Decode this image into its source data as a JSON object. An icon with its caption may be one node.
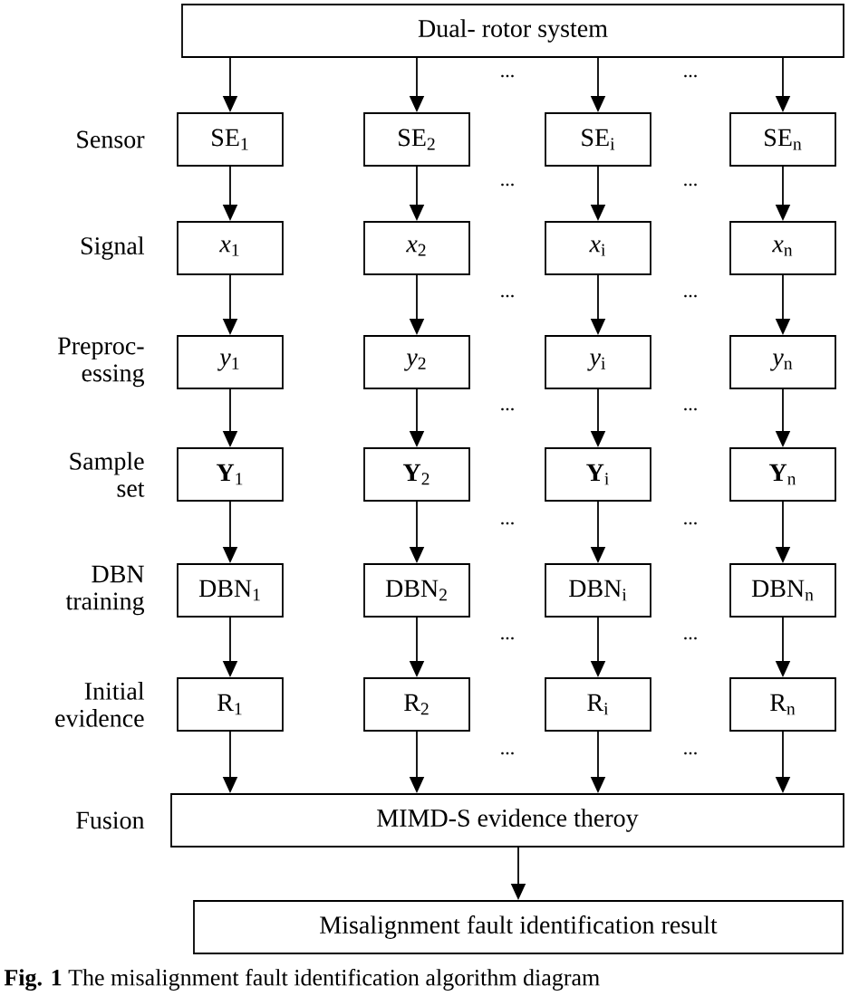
{
  "diagram": {
    "caption": "**Fig. 1** The misalignment fault identification algorithm diagram",
    "nodes": [
      {
        "text": [
          "Dual- rotor system"
        ]
      },
      {
        "text": [
          "SE$_{1}$"
        ]
      },
      {
        "text": [
          "SE$_{2}$"
        ]
      },
      {
        "text": [
          "SE$_{i}$"
        ]
      },
      {
        "text": [
          "SE$_{n}$"
        ]
      },
      {
        "text": [
          "*x*$_{1}$"
        ]
      },
      {
        "text": [
          "*x*$_{2}$"
        ]
      },
      {
        "text": [
          "*x*$_{i}$"
        ]
      },
      {
        "text": [
          "*x*$_{n}$"
        ]
      },
      {
        "text": [
          "*y*$_{1}$"
        ]
      },
      {
        "text": [
          "*y*$_{2}$"
        ]
      },
      {
        "text": [
          "*y*$_{i}$"
        ]
      },
      {
        "text": [
          "*y*$_{n}$"
        ]
      },
      {
        "text": [
          "**Y**$_{1}$"
        ]
      },
      {
        "text": [
          "**Y**$_{2}$"
        ]
      },
      {
        "text": [
          "**Y**$_{i}$"
        ]
      },
      {
        "text": [
          "**Y**$_{n}$"
        ]
      },
      {
        "text": [
          "DBN$_{1}$"
        ]
      },
      {
        "text": [
          "DBN$_{2}$"
        ]
      },
      {
        "text": [
          "DBN$_{i}$"
        ]
      },
      {
        "text": [
          "DBN$_{n}$"
        ]
      },
      {
        "text": [
          "R$_{1}$"
        ]
      },
      {
        "text": [
          "R$_{2}$"
        ]
      },
      {
        "text": [
          "R$_{i}$"
        ]
      },
      {
        "text": [
          "R$_{n}$"
        ]
      },
      {
        "text": [
          "MIMD-S evidence theroy"
        ]
      },
      {
        "text": [
          "Misalignment fault identification result"
        ]
      }
    ],
    "edges": [
      {
        "from": 0,
        "to": 1,
        "arrow": "to"
      },
      {
        "from": 0,
        "to": 2,
        "arrow": "to"
      },
      {
        "from": 0,
        "to": 3,
        "arrow": "to"
      },
      {
        "from": 0,
        "to": 4,
        "arrow": "to"
      },
      {
        "from": 1,
        "to": 5,
        "arrow": "to"
      },
      {
        "from": 2,
        "to": 6,
        "arrow": "to"
      },
      {
        "from": 3,
        "to": 7,
        "arrow": "to"
      },
      {
        "from": 4,
        "to": 8,
        "arrow": "to"
      },
      {
        "from": 5,
        "to": 9,
        "arrow": "to"
      },
      {
        "from": 6,
        "to": 10,
        "arrow": "to"
      },
      {
        "from": 7,
        "to": 11,
        "arrow": "to"
      },
      {
        "from": 8,
        "to": 12,
        "arrow": "to"
      },
      {
        "from": 9,
        "to": 13,
        "arrow": "to"
      },
      {
        "from": 10,
        "to": 14,
        "arrow": "to"
      },
      {
        "from": 11,
        "to": 15,
        "arrow": "to"
      },
      {
        "from": 12,
        "to": 16,
        "arrow": "to"
      },
      {
        "from": 13,
        "to": 17,
        "arrow": "to"
      },
      {
        "from": 14,
        "to": 18,
        "arrow": "to"
      },
      {
        "from": 15,
        "to": 19,
        "arrow": "to"
      },
      {
        "from": 16,
        "to": 20,
        "arrow": "to"
      },
      {
        "from": 17,
        "to": 21,
        "arrow": "to"
      },
      {
        "from": 18,
        "to": 22,
        "arrow": "to"
      },
      {
        "from": 19,
        "to": 23,
        "arrow": "to"
      },
      {
        "from": 20,
        "to": 24,
        "arrow": "to"
      },
      {
        "from": 21,
        "to": 25,
        "arrow": "to"
      },
      {
        "from": 22,
        "to": 25,
        "arrow": "to"
      },
      {
        "from": 23,
        "to": 25,
        "arrow": "to"
      },
      {
        "from": 24,
        "to": 25,
        "arrow": "to"
      },
      {
        "from": 25,
        "to": 26,
        "arrow": "to"
      }
    ],
    "labels": [
      "...",
      "...",
      "Sensor",
      "...",
      "...",
      "Signal",
      "...",
      "...",
      "Preproc-essing",
      "...",
      "...",
      "Sample set",
      "...",
      "...",
      "DBN training",
      "...",
      "...",
      "Initial evidence",
      "...",
      "...",
      "Fusion"
    ]
  }
}
